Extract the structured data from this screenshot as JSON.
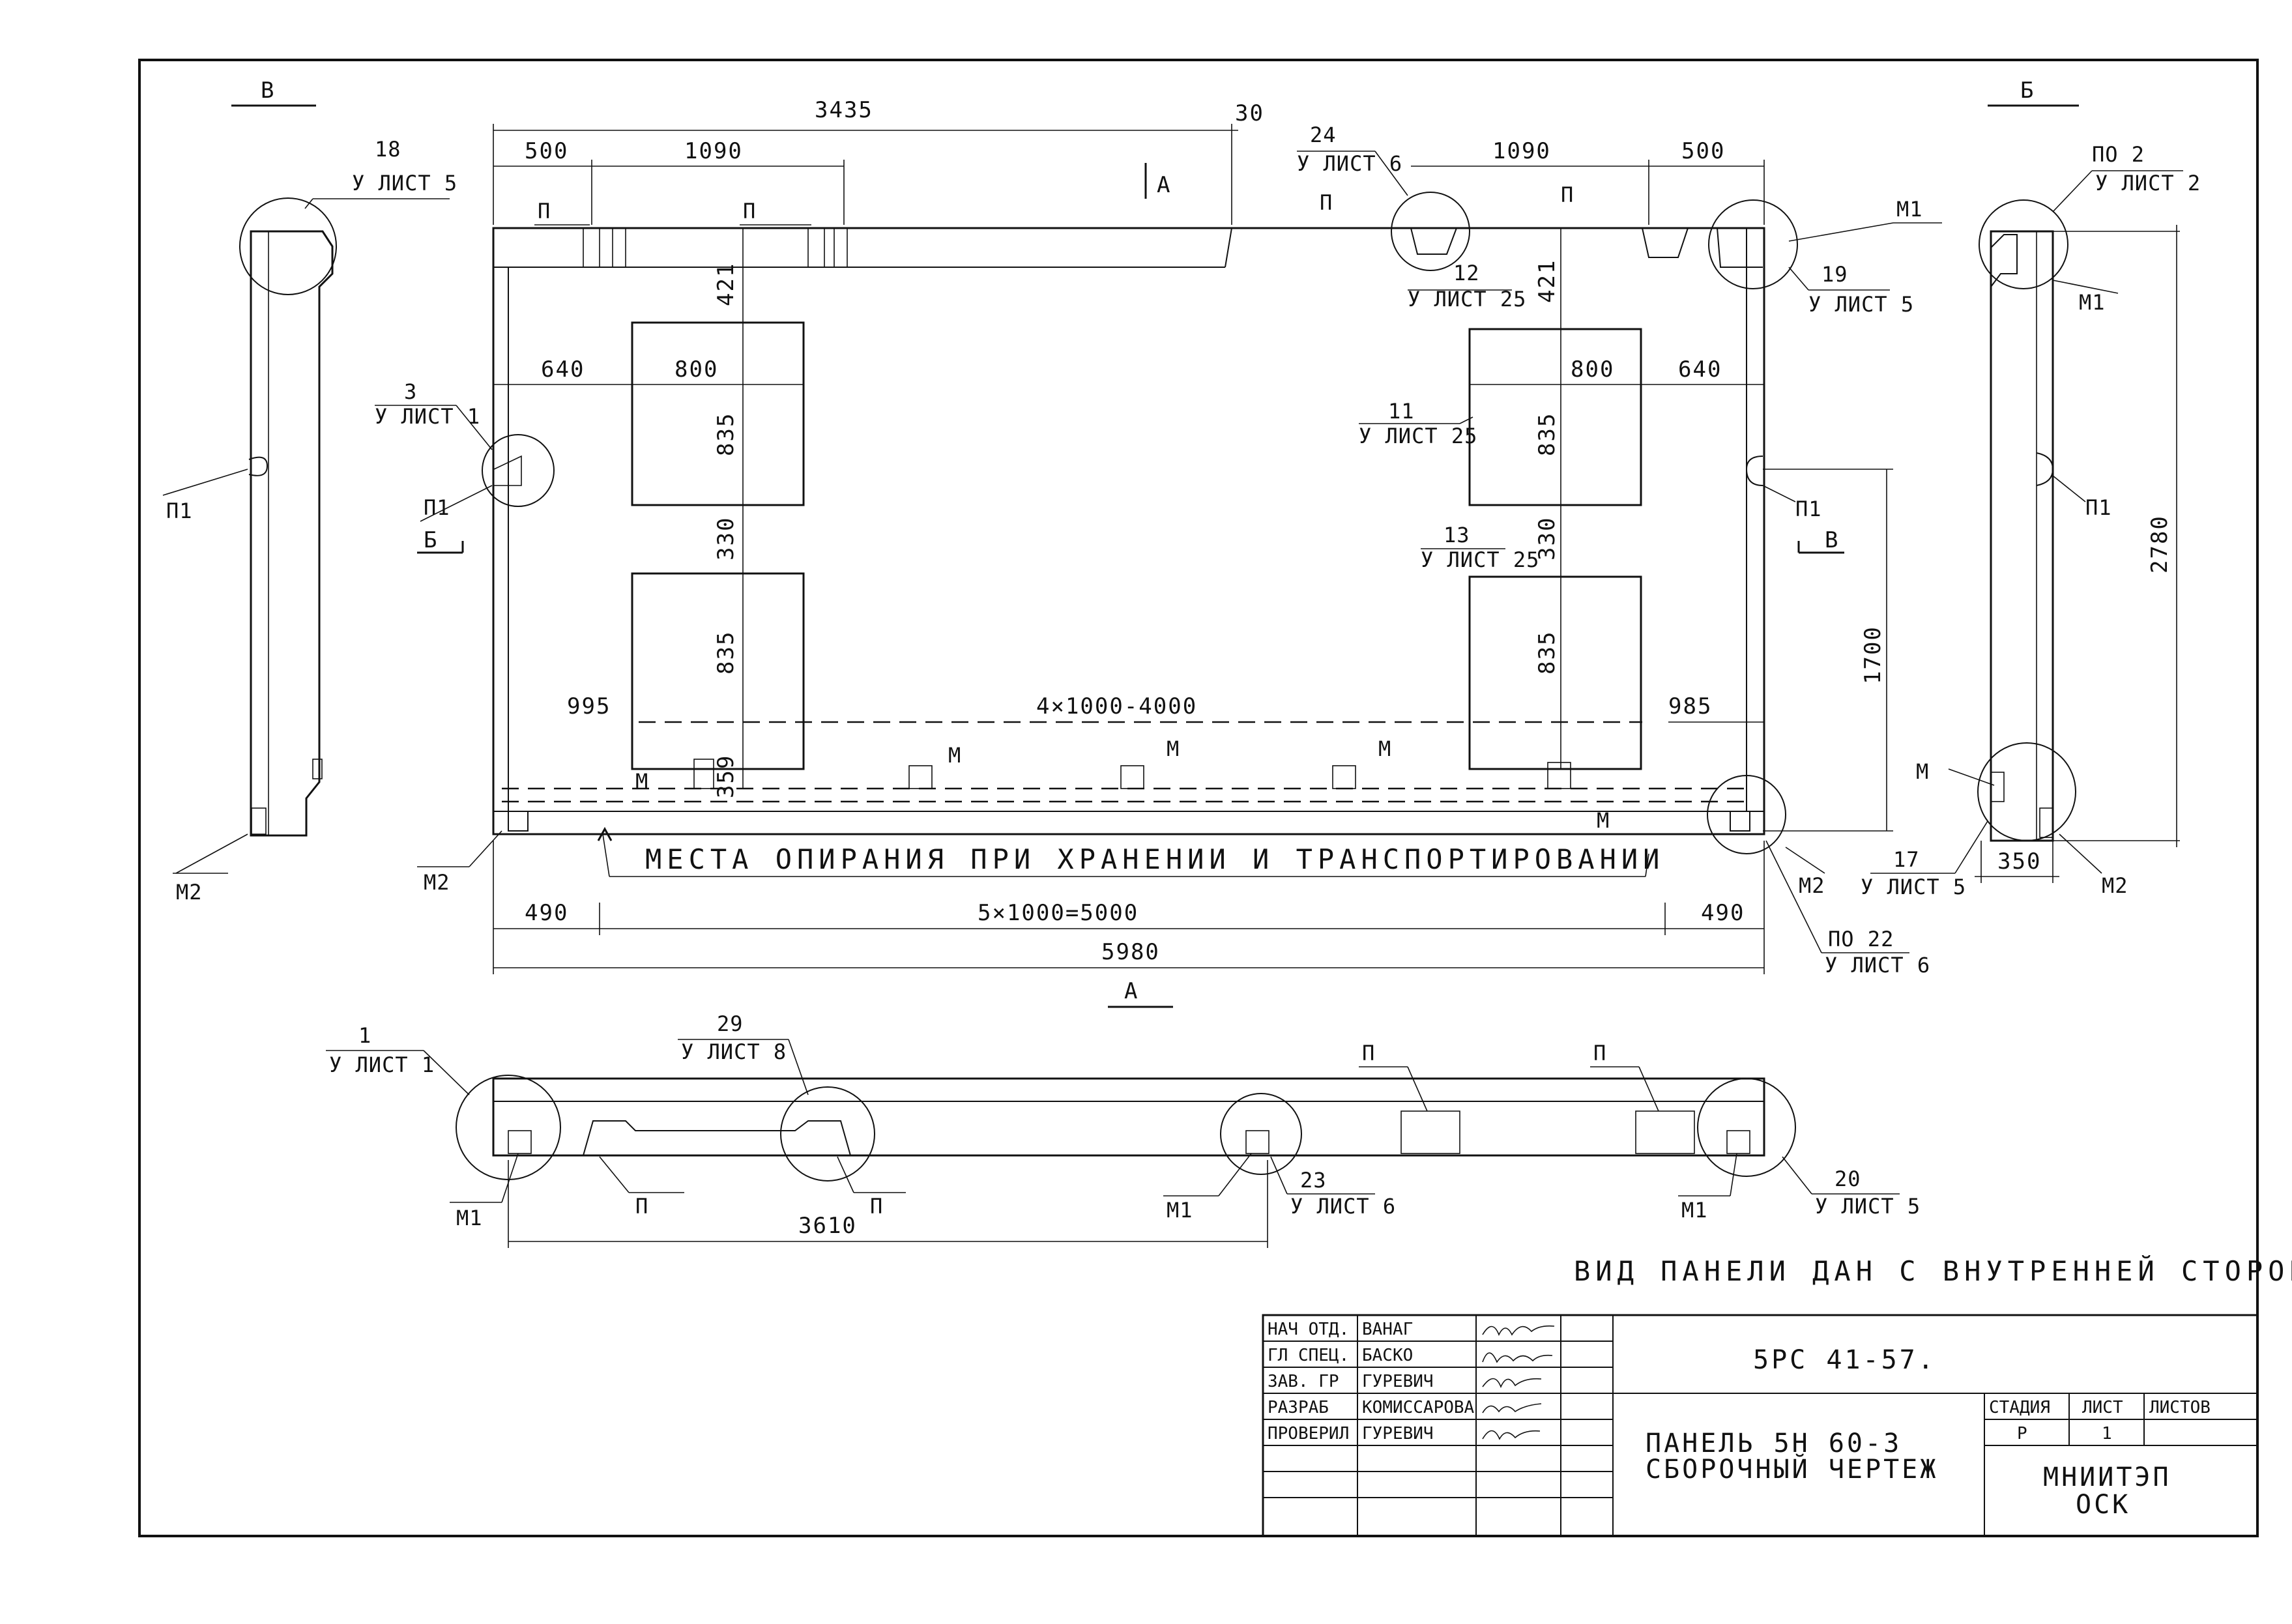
{
  "section_marks": {
    "v_top": "В",
    "b_top": "Б",
    "a_bottom": "А",
    "a_top": "А",
    "b_side": "Б",
    "v_side": "В"
  },
  "top_dims": {
    "overall": "3435",
    "offset": "30",
    "left_500": "500",
    "left_1090": "1090",
    "right_1090": "1090",
    "right_500": "500"
  },
  "window_dims": {
    "d640_left": "640",
    "d800_left": "800",
    "d421_left": "421",
    "d835_left_top": "835",
    "d330_left": "330",
    "d835_left_bottom": "835",
    "d359": "359",
    "d995": "995",
    "d4x1000": "4×1000-4000",
    "d985": "985",
    "d421_right": "421",
    "d800_right": "800",
    "d640_right": "640",
    "d835_right_top": "835",
    "d330_right": "330",
    "d835_right_bottom": "835",
    "d1700": "1700"
  },
  "bottom_dims": {
    "d490_left": "490",
    "d5x1000": "5×1000=5000",
    "d490_right": "490",
    "d5980": "5980",
    "d3610": "3610",
    "d350": "350",
    "d2780": "2780"
  },
  "support_note": "МЕСТА ОПИРАНИЯ ПРИ ХРАНЕНИИ И ТРАНСПОРТИРОВАНИИ",
  "view_caption": "ВИД ПАНЕЛИ ДАН С ВНУТРЕННЕЙ СТОРОНЫ",
  "callouts": {
    "c18": {
      "num": "18",
      "ref": "У ЛИСТ 5"
    },
    "c24": {
      "num": "24",
      "ref": "У ЛИСТ 6"
    },
    "c12": {
      "num": "12",
      "ref": "У ЛИСТ 25"
    },
    "c19": {
      "num": "19",
      "ref": "У ЛИСТ 5"
    },
    "c11": {
      "num": "11",
      "ref": "У ЛИСТ 25"
    },
    "c13": {
      "num": "13",
      "ref": "У ЛИСТ 25"
    },
    "c3": {
      "num": "3",
      "ref": "У ЛИСТ 1"
    },
    "c_po2": {
      "num": "ПО 2",
      "ref": "У ЛИСТ 2"
    },
    "c17": {
      "num": "17",
      "ref": "У ЛИСТ 5"
    },
    "c_po22": {
      "num": "ПО 22",
      "ref": "У ЛИСТ 6"
    },
    "c1": {
      "num": "1",
      "ref": "У ЛИСТ 1"
    },
    "c29": {
      "num": "29",
      "ref": "У ЛИСТ 8"
    },
    "c23": {
      "num": "23",
      "ref": "У ЛИСТ 6"
    },
    "c20": {
      "num": "20",
      "ref": "У ЛИСТ 5"
    }
  },
  "part_labels": {
    "p": "П",
    "p1": "П1",
    "m": "М",
    "m1": "М1",
    "m2": "М2"
  },
  "title_block": {
    "roles": [
      "НАЧ ОТД.",
      "ГЛ СПЕЦ.",
      "ЗАВ. ГР",
      "РАЗРАБ",
      "ПРОВЕРИЛ"
    ],
    "names": [
      "ВАНАГ",
      "БАСКО",
      "ГУРЕВИЧ",
      "КОМИССАРОВА",
      "ГУРЕВИЧ"
    ],
    "code": "5РС 41-57.",
    "title_line1": "ПАНЕЛЬ 5Н 60-3",
    "title_line2": "СБОРОЧНЫЙ ЧЕРТЕЖ",
    "stage_header": "СТАДИЯ",
    "sheet_header": "ЛИСТ",
    "sheets_header": "ЛИСТОВ",
    "stage_value": "Р",
    "sheet_value": "1",
    "org_line1": "МНИИТЭП",
    "org_line2": "ОСК"
  }
}
